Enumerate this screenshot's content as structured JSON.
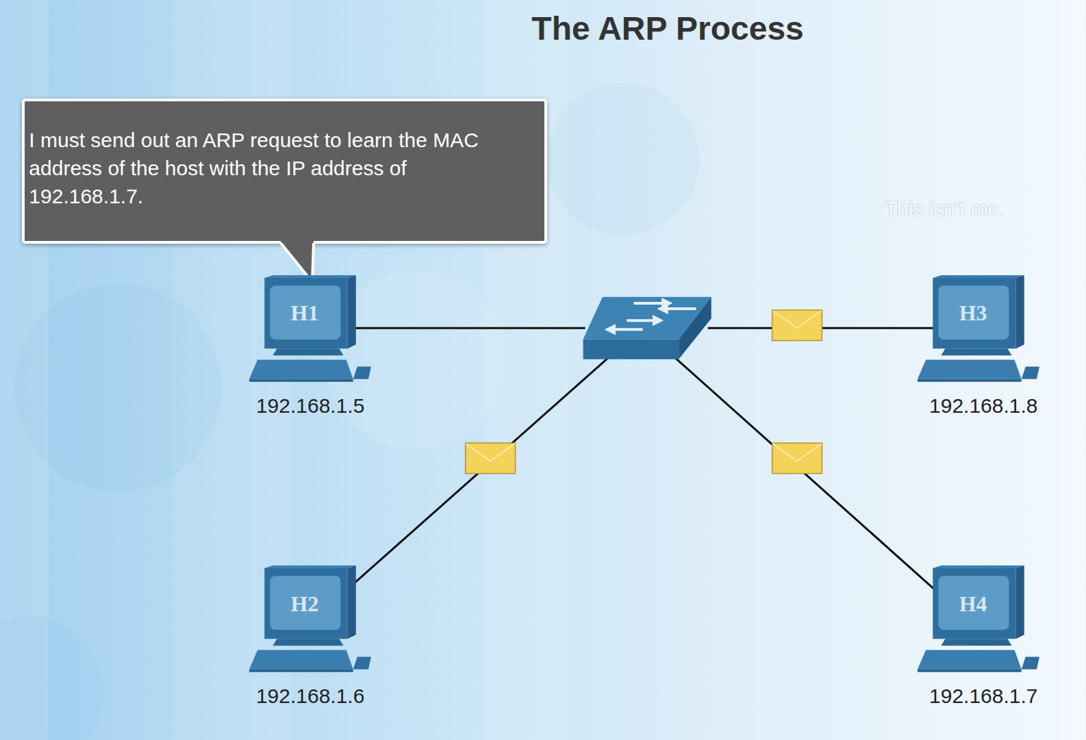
{
  "diagram": {
    "title": "The ARP Process",
    "nodes": [
      {
        "text": [
          "I must send out an ARP request to learn the MAC address of the host with the IP address of 192.168.1.7."
        ]
      },
      {
        "text": [
          "H1",
          "192.168.1.5"
        ]
      },
      {
        "text": [
          "H3",
          "192.168.1.8"
        ]
      },
      {
        "text": [
          "H2",
          "192.168.1.6"
        ]
      },
      {
        "text": [
          "H4",
          "192.168.1.7"
        ]
      }
    ],
    "labels": [
      "This isn't me."
    ]
  }
}
